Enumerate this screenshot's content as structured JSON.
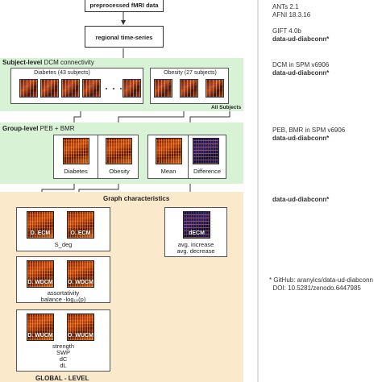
{
  "pipeline": {
    "step1": "preprocessed fMRI data",
    "step2": "regional time-series"
  },
  "subject_level": {
    "title_bold": "Subject-level",
    "title_rest": " DCM connectivity",
    "diabetes_label": "Diabetes (43 subjects)",
    "obesity_label": "Obesity (27 subjects)",
    "all_subjects": "All Subjects"
  },
  "group_level": {
    "title_bold": "Group-level",
    "title_rest": " PEB + BMR",
    "labels": [
      "Diabetes",
      "Obesity",
      "Mean",
      "Difference"
    ]
  },
  "graph": {
    "title": "Graph characteristics",
    "row1": {
      "left": "D. ECM",
      "right": "O. ECM",
      "caption": "S_deg"
    },
    "row2": {
      "left": "D. WDCM",
      "right": "O. WDCM",
      "caption_lines": [
        "assortativity",
        "balance -log₁₀(p)"
      ]
    },
    "row3": {
      "left": "D. WUCM",
      "right": "O. WUCM",
      "caption_lines": [
        "strength",
        "SWP",
        "dC",
        "dL"
      ]
    },
    "decm": {
      "label": "dECM",
      "caption_lines": [
        "avg. increase",
        "avg. decrease"
      ]
    },
    "footer": "GLOBAL - LEVEL"
  },
  "notes": {
    "n1_lines": [
      "ANTs 2.1",
      "AFNI 18.3.16"
    ],
    "n2_lines": [
      "GIFT 4.0b",
      "data-ud-diabconn*"
    ],
    "n3_lines": [
      "DCM in SPM v6906",
      "data-ud-diabconn*"
    ],
    "n4_lines": [
      "PEB, BMR in SPM v6906",
      "data-ud-diabconn*"
    ],
    "n5": "data-ud-diabconn*",
    "n6_lines": [
      "* GitHub: aranyics/data-ud-diabconn",
      "  DOI: 10.5281/zenodo.6447985"
    ]
  },
  "colors": {
    "green_panel": "#d8f2d6",
    "orange_panel": "#fbe9cc"
  }
}
